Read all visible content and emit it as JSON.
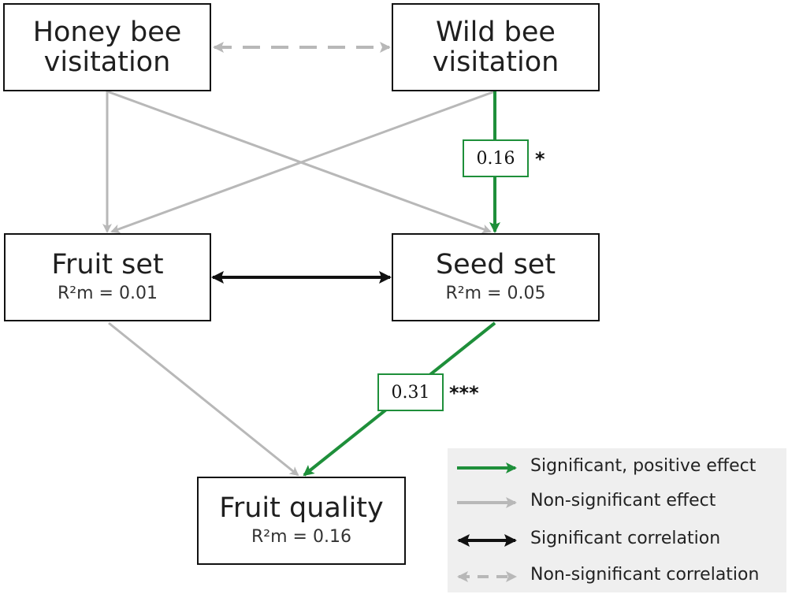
{
  "nodes": {
    "honey_bee": {
      "title": "Honey bee\nvisitation"
    },
    "wild_bee": {
      "title": "Wild bee\nvisitation"
    },
    "fruit_set": {
      "title": "Fruit set",
      "r2": "R²m = 0.01"
    },
    "seed_set": {
      "title": "Seed set",
      "r2": "R²m = 0.05"
    },
    "fruit_quality": {
      "title": "Fruit quality",
      "r2": "R²m = 0.16"
    }
  },
  "coefficients": {
    "wild_to_seed": {
      "value": "0.16",
      "sig": "*"
    },
    "seed_to_quality": {
      "value": "0.31",
      "sig": "***"
    }
  },
  "legend": [
    {
      "label": "Significant, positive effect",
      "style": "green-arrow"
    },
    {
      "label": "Non-significant effect",
      "style": "grey-arrow"
    },
    {
      "label": "Significant correlation",
      "style": "black-double"
    },
    {
      "label": "Non-significant correlation",
      "style": "grey-dashed-double"
    }
  ],
  "colors": {
    "significant": "#1e8f3a",
    "nonsignificant": "#b8b8b8",
    "correlation": "#111111"
  }
}
